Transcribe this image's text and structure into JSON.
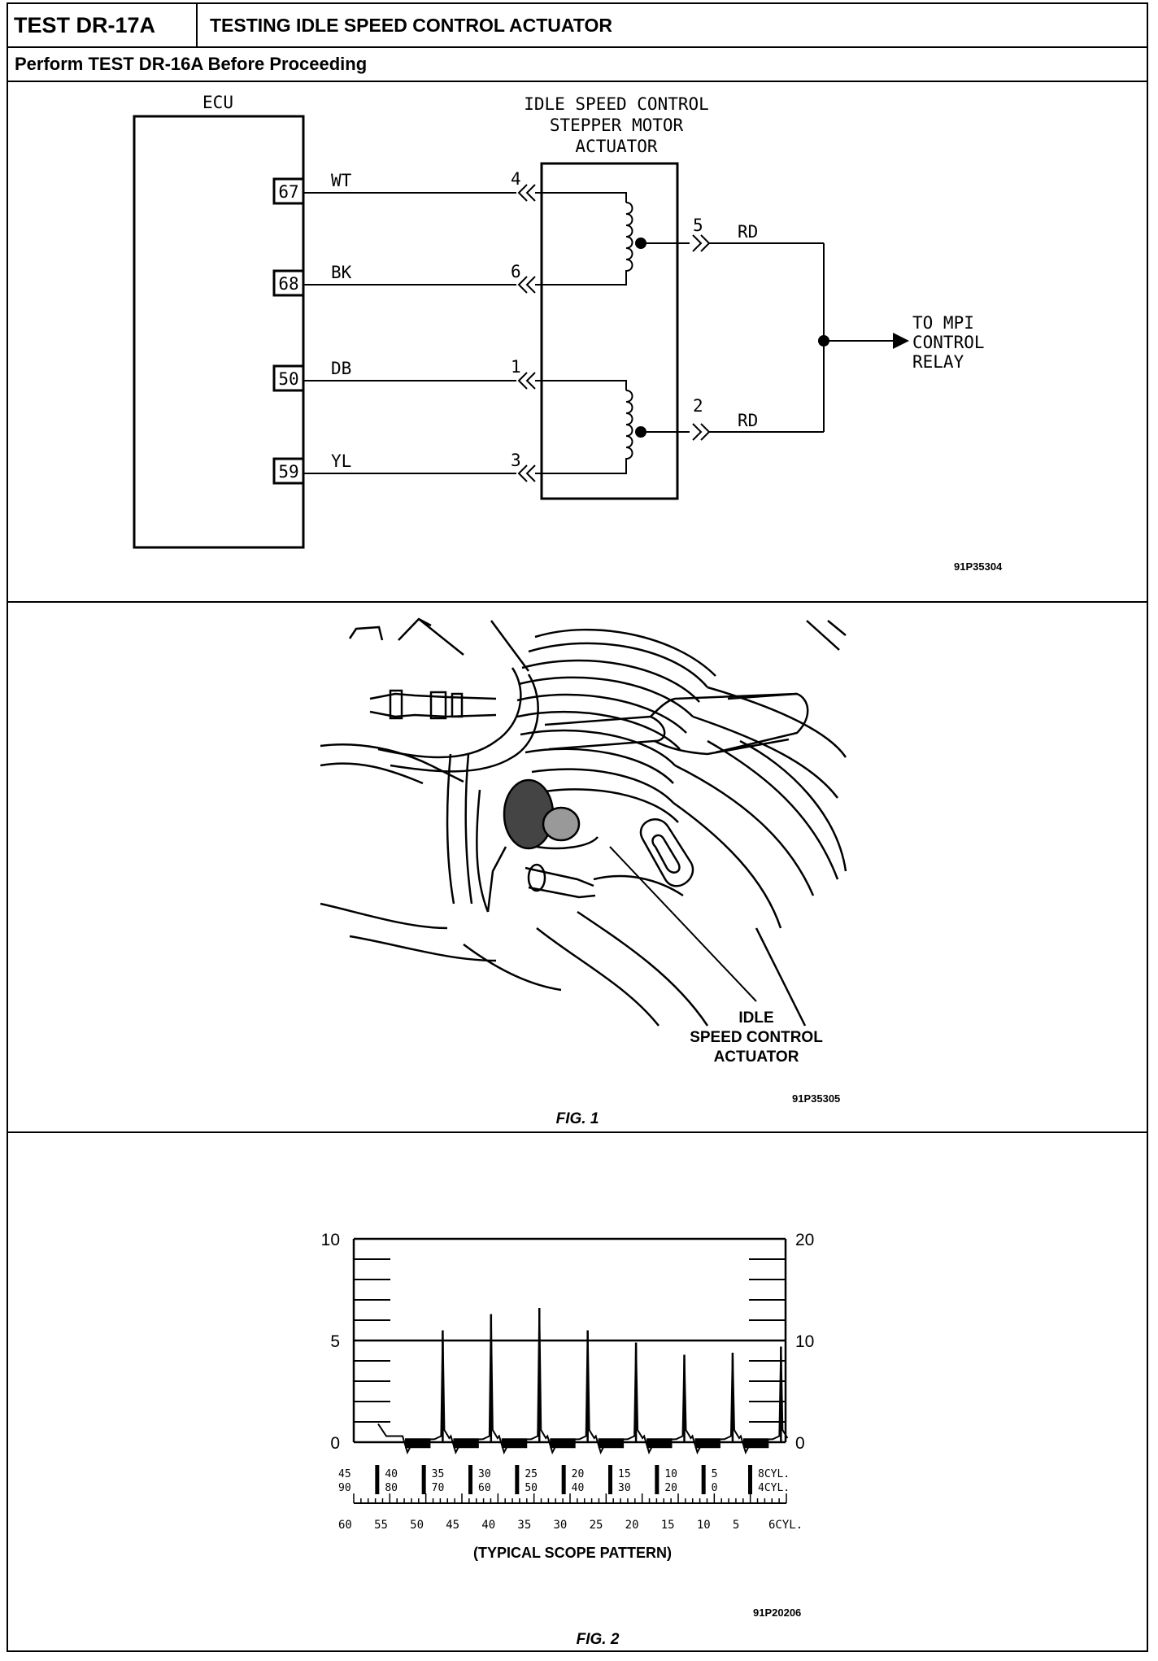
{
  "header": {
    "test_id": "TEST DR-17A",
    "title": "TESTING IDLE SPEED CONTROL ACTUATOR",
    "instruction": "Perform TEST DR-16A Before Proceeding"
  },
  "wiring": {
    "ecu_label": "ECU",
    "actuator_label_1": "IDLE SPEED CONTROL",
    "actuator_label_2": "STEPPER MOTOR",
    "actuator_label_3": "ACTUATOR",
    "pins": [
      {
        "ecu_pin": "67",
        "wire": "WT",
        "actuator_pin": "4"
      },
      {
        "ecu_pin": "68",
        "wire": "BK",
        "actuator_pin": "6"
      },
      {
        "ecu_pin": "50",
        "wire": "DB",
        "actuator_pin": "1"
      },
      {
        "ecu_pin": "59",
        "wire": "YL",
        "actuator_pin": "3"
      }
    ],
    "relay_pins": [
      {
        "actuator_pin": "5",
        "wire": "RD"
      },
      {
        "actuator_pin": "2",
        "wire": "RD"
      }
    ],
    "relay_label_1": "TO MPI",
    "relay_label_2": "CONTROL",
    "relay_label_3": "RELAY",
    "code": "91P35304"
  },
  "fig1": {
    "callout_1": "IDLE",
    "callout_2": "SPEED CONTROL",
    "callout_3": "ACTUATOR",
    "code": "91P35305",
    "caption": "FIG. 1"
  },
  "fig2": {
    "code": "91P20206",
    "caption": "FIG. 2",
    "scope_caption": "(TYPICAL SCOPE PATTERN)",
    "chart_data": {
      "type": "line",
      "left_axis_ticks": [
        "10",
        "5",
        "0"
      ],
      "right_axis_ticks": [
        "20",
        "10",
        "0"
      ],
      "row_8cyl": [
        "45",
        "40",
        "35",
        "30",
        "25",
        "20",
        "15",
        "10",
        "5",
        "8CYL."
      ],
      "row_4cyl": [
        "90",
        "80",
        "70",
        "60",
        "50",
        "40",
        "30",
        "20",
        "0",
        "4CYL."
      ],
      "bottom_scale": [
        "60",
        "55",
        "50",
        "45",
        "40",
        "35",
        "30",
        "25",
        "20",
        "15",
        "10",
        "5",
        "6CYL."
      ],
      "spike_peaks": [
        5.5,
        6.3,
        6.6,
        5.5,
        4.9,
        4.3,
        4.4,
        4.7
      ],
      "ylim": [
        0,
        10
      ],
      "grid": false
    }
  }
}
